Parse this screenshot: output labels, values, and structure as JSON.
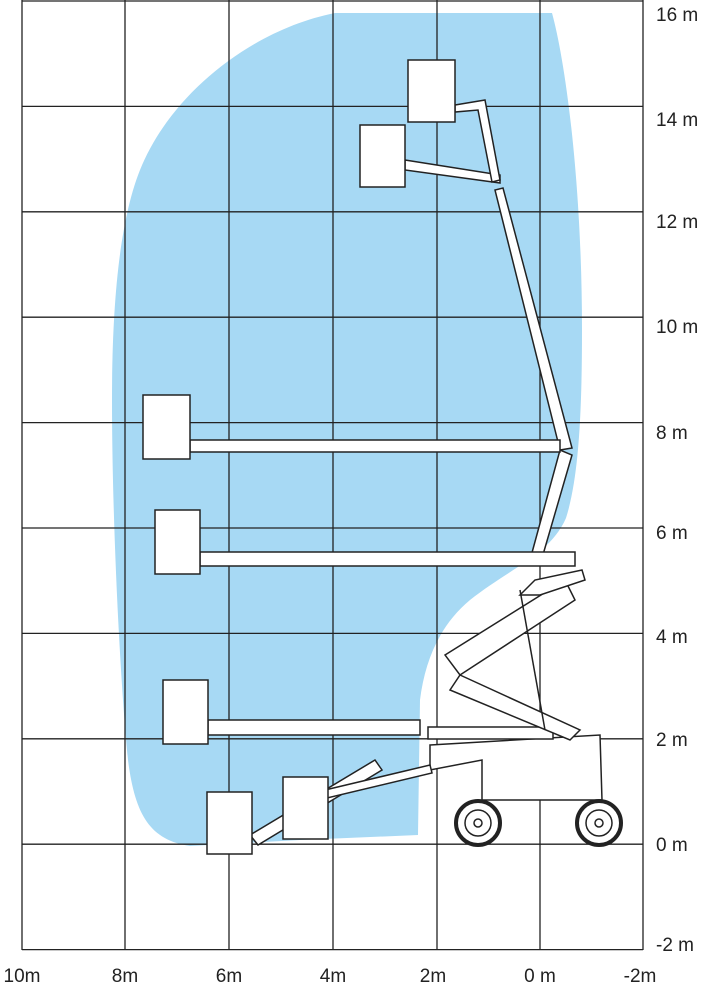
{
  "diagram": {
    "type": "working-range-chart",
    "colors": {
      "envelope": "#a7d9f4",
      "grid": "#222222",
      "machine": "#222222"
    },
    "y_axis_labels": [
      "16 m",
      "14 m",
      "12 m",
      "10 m",
      "8 m",
      "6 m",
      "4 m",
      "2 m",
      "0 m",
      "-2 m"
    ],
    "x_axis_labels": [
      "10m",
      "8m",
      "6m",
      "4m",
      "2m",
      "0 m",
      "-2m"
    ]
  }
}
